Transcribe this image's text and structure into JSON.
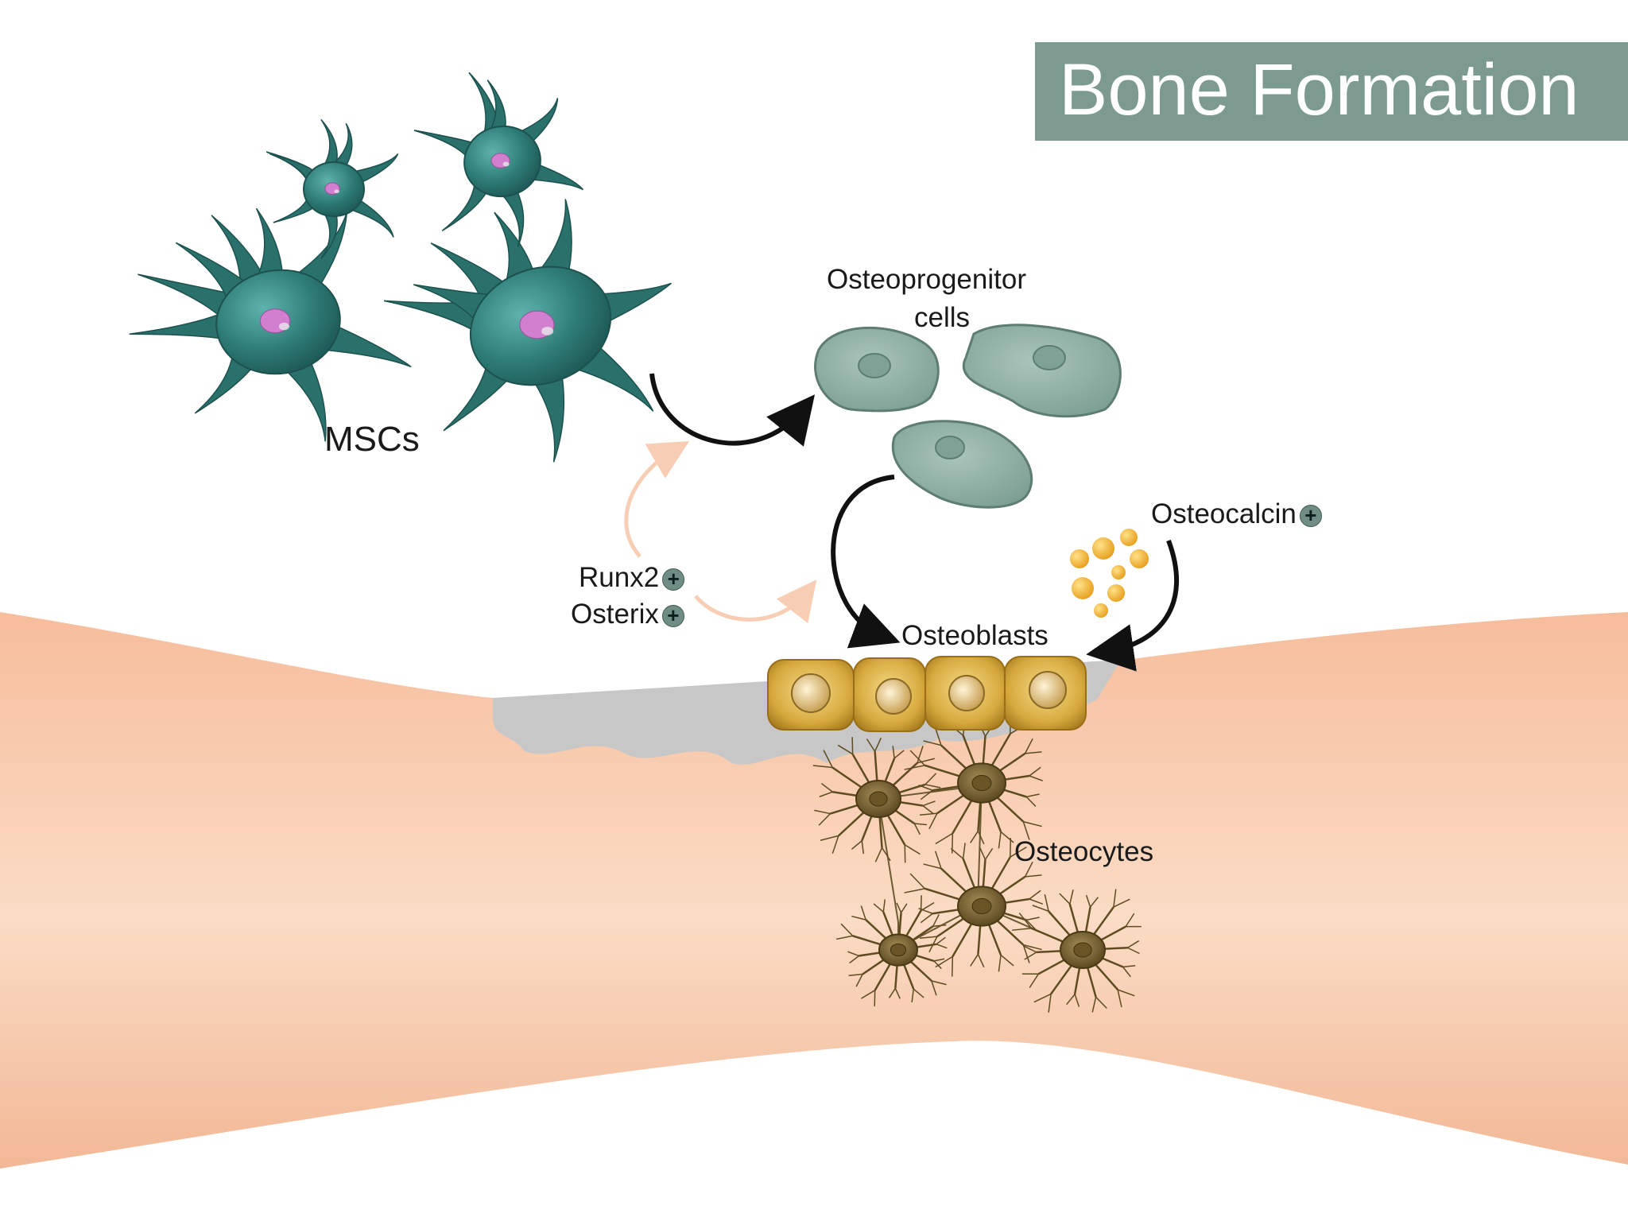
{
  "title": "Bone Formation",
  "labels": {
    "mscs": "MSCs",
    "osteoprogenitor_line1": "Osteoprogenitor",
    "osteoprogenitor_line2": "cells",
    "runx2": "Runx2",
    "osterix": "Osterix",
    "osteocalcin": "Osteocalcin",
    "osteoblasts": "Osteoblasts",
    "osteocytes": "Osteocytes"
  },
  "plus_symbol": "+",
  "colors": {
    "title_banner": "#7d9a91",
    "msc_cell": "#2f7d78",
    "osteoprogenitor_cell": "#8fb0a5",
    "osteoblast_cell": "#d9a93b",
    "osteocyte_cell": "#7a6634",
    "bone_tissue": "#f6c3a3",
    "factor_arrow": "#f7cdb4",
    "process_arrow": "#111111",
    "osteocalcin_particles": "#f5b43a"
  }
}
